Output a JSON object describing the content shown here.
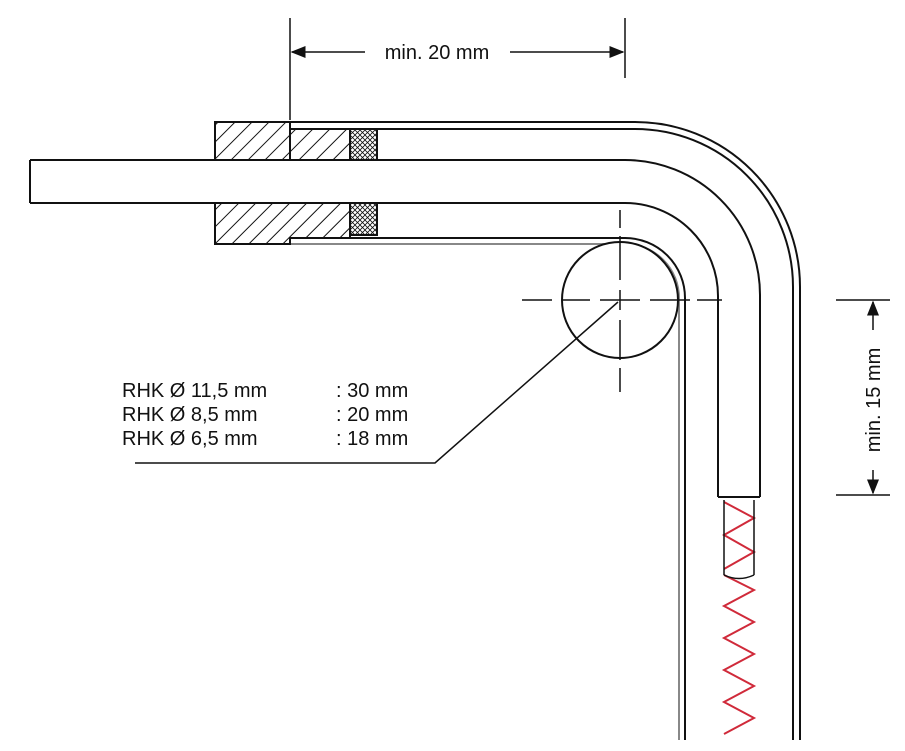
{
  "dimensions": {
    "horizontal_label": "min. 20 mm",
    "vertical_label": "min. 15 mm"
  },
  "bend_radius_table": [
    {
      "name": "RHK Ø 11,5 mm",
      "value": ": 30 mm"
    },
    {
      "name": "RHK Ø 8,5 mm",
      "value": ": 20 mm"
    },
    {
      "name": "RHK Ø 6,5 mm",
      "value": ": 18 mm"
    }
  ],
  "colors": {
    "line": "#111111",
    "spring": "#d02a3a",
    "hatch_fill": "#ffffff"
  }
}
